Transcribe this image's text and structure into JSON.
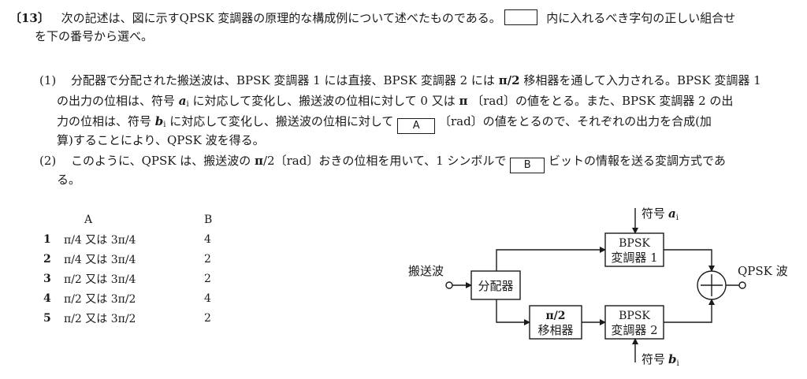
{
  "question": {
    "number": "〔13〕",
    "intro_line1": "次の記述は、図に示すQPSK 変調器の原理的な構成例について述べたものである。",
    "intro_line1_tail": "内に入れるべき字句の正しい組合せ",
    "intro_line2": "を下の番号から選べ。"
  },
  "item1": {
    "marker": "(1)",
    "l1": "分配器で分配された搬送波は、BPSK 変調器 1 には直接、BPSK 変調器 2 には",
    "l1_pi": "π/2",
    "l1_tail": "移相器を通して入力される。BPSK 変調器 1",
    "l2a": "の出力の位相は、符号",
    "l2_sym": "a",
    "l2_sub": "i",
    "l2b": "に対応して変化し、搬送波の位相に対して 0 又は",
    "l2_pi": "π",
    "l2c": "〔rad〕の値をとる。また、BPSK 変調器 2 の出",
    "l3a": "力の位相は、符号",
    "l3_sym": "b",
    "l3_sub": "i",
    "l3b": "に対応して変化し、搬送波の位相に対して",
    "blank_a": "A",
    "l3c": "〔rad〕の値をとるので、それぞれの出力を合成(加",
    "l4": "算)することにより、QPSK 波を得る。"
  },
  "item2": {
    "marker": "(2)",
    "l1a": "このように、QPSK は、搬送波の",
    "l1_pi": "π",
    "l1b": "/2〔rad〕おきの位相を用いて、1 シンボルで",
    "blank_b": "B",
    "l1c": "ビットの情報を送る変調方式であ",
    "l2": "る。"
  },
  "options": {
    "header_a": "A",
    "header_b": "B",
    "rows": [
      {
        "num": "1",
        "a": "π/4 又は 3π/4",
        "b": "4"
      },
      {
        "num": "2",
        "a": "π/4 又は 3π/4",
        "b": "2"
      },
      {
        "num": "3",
        "a": "π/2 又は 3π/4",
        "b": "2"
      },
      {
        "num": "4",
        "a": "π/2 又は 3π/2",
        "b": "4"
      },
      {
        "num": "5",
        "a": "π/2 又は 3π/2",
        "b": "2"
      }
    ]
  },
  "diagram": {
    "carrier_label": "搬送波",
    "splitter": "分配器",
    "phase_shifter_line1": "π/2",
    "phase_shifter_line2": "移相器",
    "bpsk1_line1": "BPSK",
    "bpsk1_line2": "変調器 1",
    "bpsk2_line1": "BPSK",
    "bpsk2_line2": "変調器 2",
    "code_a_text": "符号",
    "code_a_sym": "a",
    "code_a_sub": "i",
    "code_b_text": "符号",
    "code_b_sym": "b",
    "code_b_sub": "i",
    "output_label": "QPSK 波"
  }
}
